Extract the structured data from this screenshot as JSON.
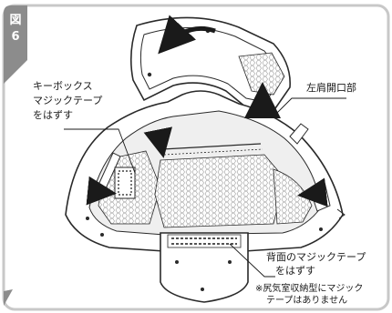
{
  "figure": {
    "tag_line1": "図",
    "tag_line2": "6"
  },
  "labels": {
    "keybox_line1": "キーボックス",
    "keybox_line2": "マジックテープ",
    "keybox_line3": "をはずす",
    "left_shoulder": "左肩開口部",
    "back_line1": "背面のマジックテープ",
    "back_line2": "をはずす",
    "note_line1": "※尻気室収納型にマジック",
    "note_line2": "テープはありません"
  },
  "colors": {
    "frame": "#c8c8c8",
    "tag": "#8c8c8c",
    "outline": "#2a2a2a",
    "mesh": "#d9d9d9",
    "arrow": "#1a1a1a"
  }
}
